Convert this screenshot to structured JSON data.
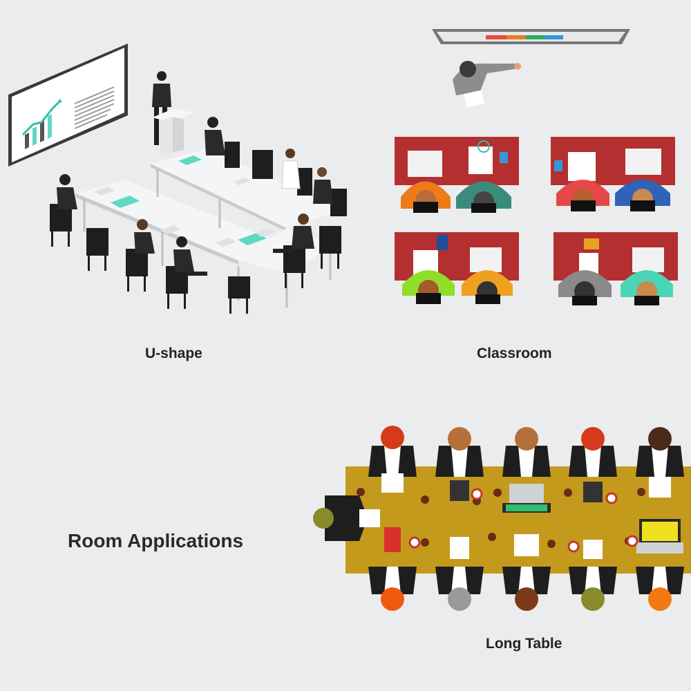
{
  "captions": {
    "ushape": "U-shape",
    "classroom": "Classroom",
    "long_table": "Long Table",
    "title": "Room Applications"
  },
  "colors": {
    "background": "#ebeced",
    "table_white": "#f4f5f6",
    "chair_black": "#1e1e1e",
    "classroom_desk": "#b42f2f",
    "long_table": "#c49a1c"
  }
}
